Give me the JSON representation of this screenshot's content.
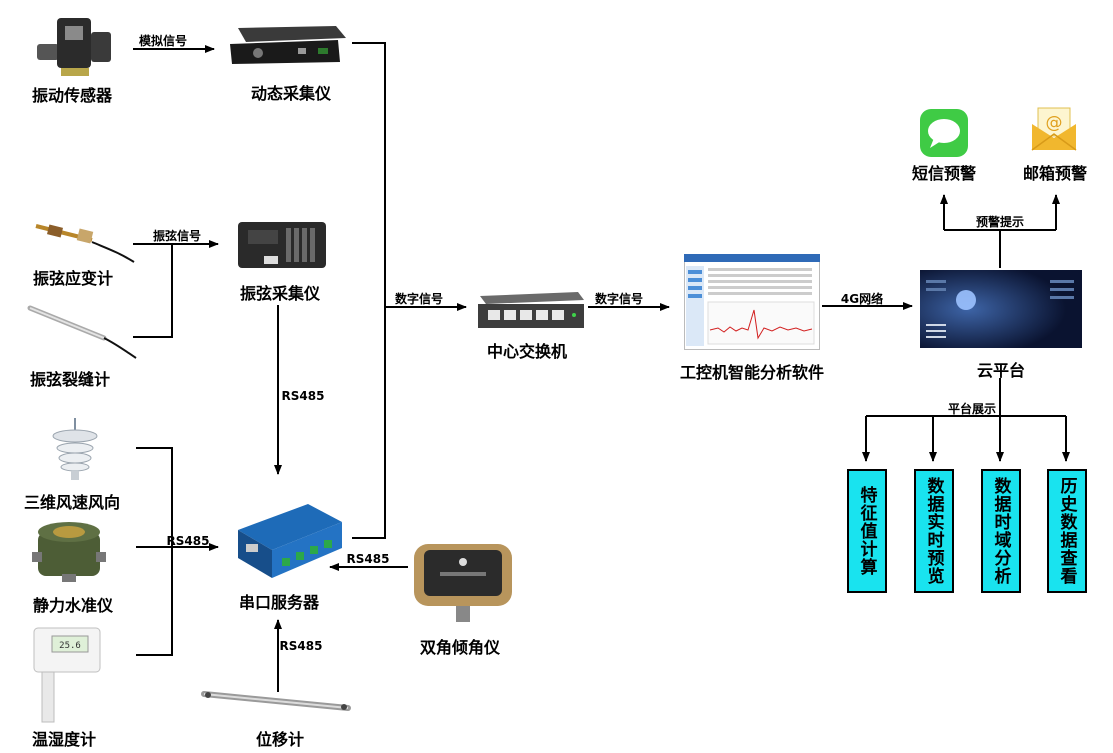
{
  "colors": {
    "box_fill": "#19e3ef",
    "line": "#000000"
  },
  "devices": {
    "vibration_sensor": "振动传感器",
    "dynamic_collector": "动态采集仪",
    "strain_gauge": "振弦应变计",
    "vw_collector": "振弦采集仪",
    "crack_meter": "振弦裂缝计",
    "wind": "三维风速风向",
    "level": "静力水准仪",
    "temp_humidity": "温湿度计",
    "serial_server": "串口服务器",
    "inclinometer": "双角倾角仪",
    "displacement": "位移计",
    "switch": "中心交换机",
    "software": "工控机智能分析软件",
    "cloud": "云平台",
    "sms": "短信预警",
    "email": "邮箱预警"
  },
  "links": {
    "analog": "模拟信号",
    "vw_signal": "振弦信号",
    "digital1": "数字信号",
    "digital2": "数字信号",
    "network": "4G网络",
    "rs485_down": "RS485",
    "rs485_left": "RS485",
    "rs485_right": "RS485",
    "rs485_up": "RS485",
    "alert_tip": "预警提示",
    "platform_display": "平台展示"
  },
  "outputs": [
    "特征值计算",
    "数据实时预览",
    "数据时域分析",
    "历史数据查看"
  ]
}
